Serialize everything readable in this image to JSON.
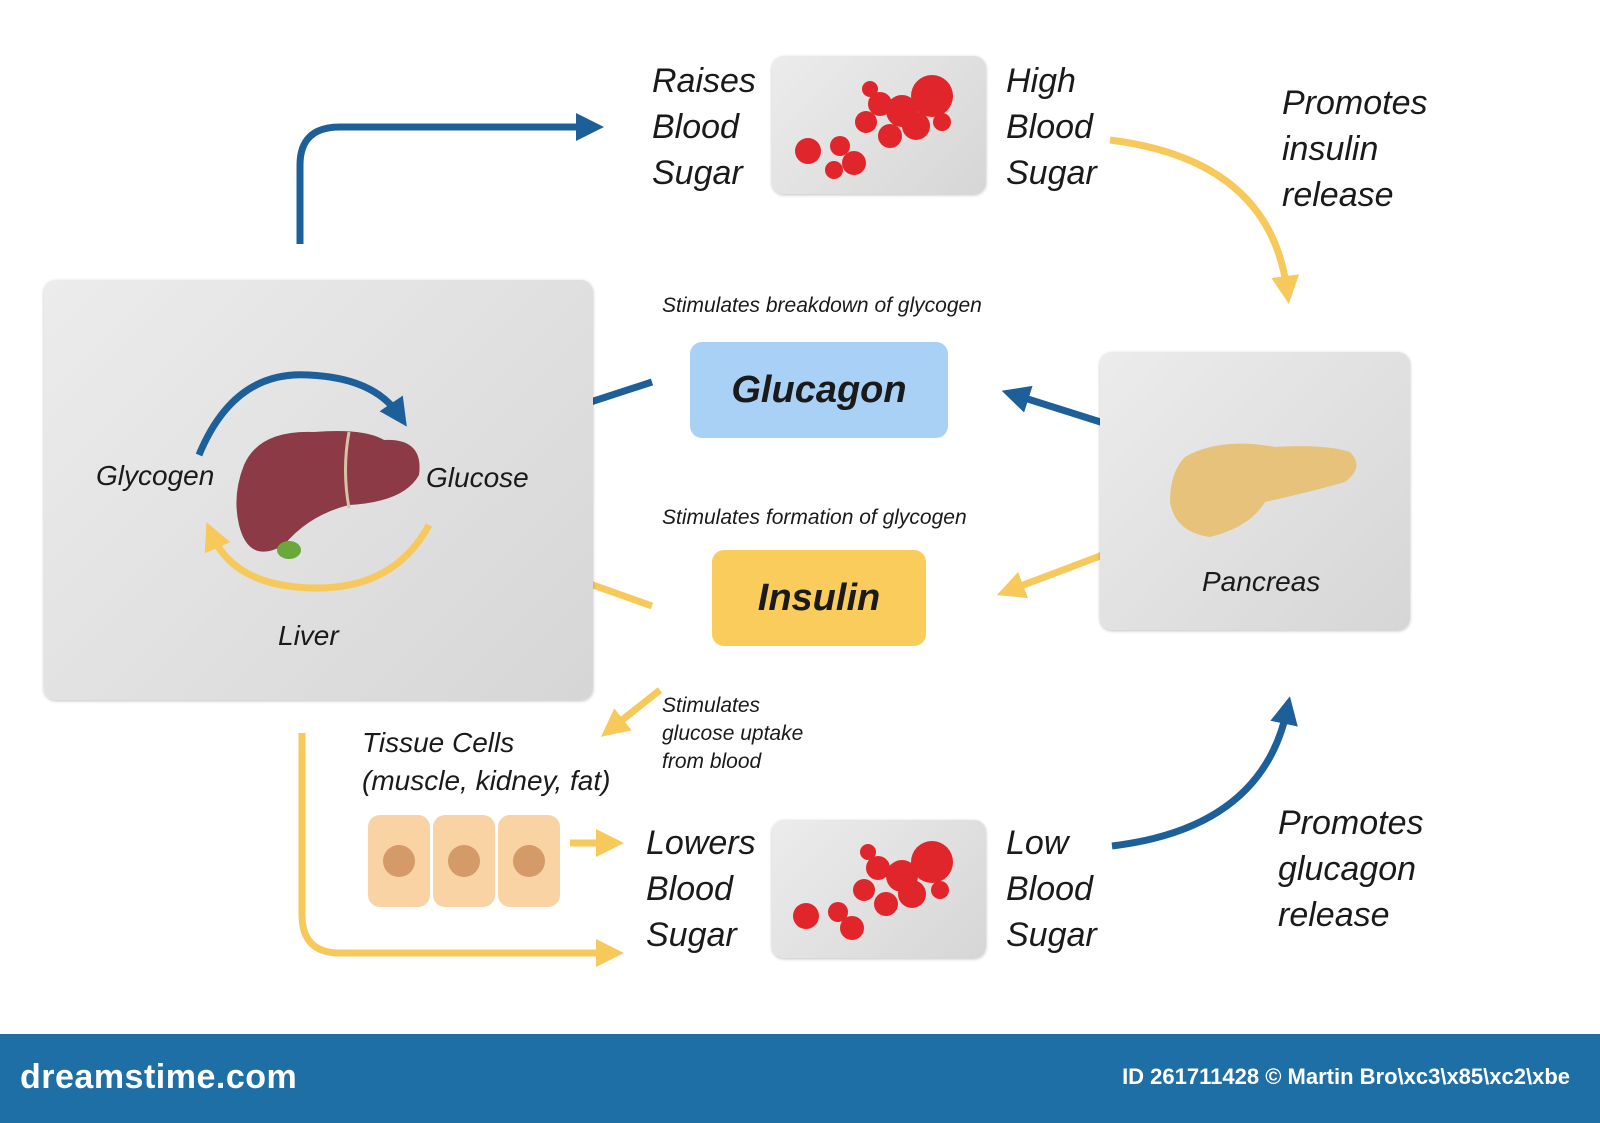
{
  "colors": {
    "blue_arrow": "#1d6099",
    "yellow_arrow": "#f7c95a",
    "glucagon_box": "#a8d1f5",
    "insulin_box": "#f9cc5c",
    "footer": "#1d6fa5"
  },
  "top_left_label": [
    "Raises",
    "Blood",
    "Sugar"
  ],
  "top_right_label": [
    "High",
    "Blood",
    "Sugar"
  ],
  "promotes_insulin": [
    "Promotes",
    "insulin",
    "release"
  ],
  "stim_breakdown": "Stimulates breakdown of glycogen",
  "glucagon": "Glucagon",
  "stim_formation": "Stimulates formation of glycogen",
  "insulin": "Insulin",
  "liver_panel": {
    "glycogen": "Glycogen",
    "glucose": "Glucose",
    "liver": "Liver"
  },
  "pancreas": "Pancreas",
  "stim_uptake": [
    "Stimulates",
    "glucose uptake",
    "from blood"
  ],
  "tissue_cells": [
    "Tissue Cells",
    "(muscle, kidney, fat)"
  ],
  "bottom_left_label": [
    "Lowers",
    "Blood",
    "Sugar"
  ],
  "bottom_right_label": [
    "Low",
    "Blood",
    "Sugar"
  ],
  "promotes_glucagon": [
    "Promotes",
    "glucagon",
    "release"
  ],
  "footer": {
    "logo": "dreamstime.com",
    "credit": "ID 261711428 © Martin Bro\\xc3\\x85\\xc2\\xbe"
  }
}
